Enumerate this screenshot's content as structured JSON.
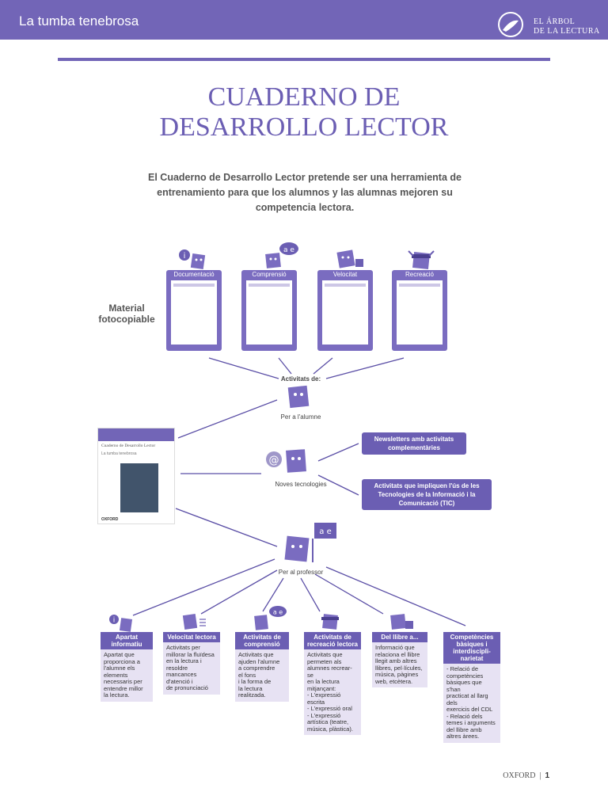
{
  "header": {
    "title": "La tumba tenebrosa",
    "brand_line1": "EL ÁRBOL",
    "brand_line2": "DE LA LECTURA"
  },
  "title": {
    "line1": "CUADERNO DE",
    "line2": "DESARROLLO LECTOR"
  },
  "intro": "El Cuaderno de Desarrollo Lector pretende ser una herramienta de entrenamiento para que los alumnos y las alumnas mejoren su competencia lectora.",
  "material": {
    "line1": "Material",
    "line2": "fotocopiable"
  },
  "docs": [
    {
      "label": "Documentació"
    },
    {
      "label": "Comprensió"
    },
    {
      "label": "Velocitat"
    },
    {
      "label": "Recreació"
    }
  ],
  "activitats_de": "Activitats de:",
  "per_alumne": "Per a l'alumne",
  "noves_tecnologies": "Noves tecnologies",
  "per_professor": "Per al professor",
  "bubbles": {
    "comprensio": "a e",
    "professor": "a e",
    "col3": "a e"
  },
  "icons": {
    "info": "i",
    "at": "@"
  },
  "cover": {
    "title": "Cuaderno de Desarrollo Lector",
    "subtitle": "La tumba tenebrosa",
    "brand": "OXFORD"
  },
  "newsletters": "Newsletters amb activitats complementàries",
  "tic": "Activitats que impliquen l'ús de les Tecnologies de la Informació i la Comunicació (TIC)",
  "columns": [
    {
      "title": "Apartat informatiu",
      "body": "Apartat que\nproporciona a\nl'alumne els\nelements\nnecessaris per\nentendre millor\nla lectura."
    },
    {
      "title": "Velocitat lectora",
      "body": "Activitats per\nmillorar la fluïdesa\nen la lectura i\nresoldre\nmancances\nd'atenció i\nde pronunciació"
    },
    {
      "title": "Activitats de comprensió",
      "body": "Activitats que\najuden l'alumne\na comprendre\nel fons\ni la forma de\nla lectura\nrealitzada."
    },
    {
      "title": "Activitats de recreació lectora",
      "body": "Activitats que\npermeten als\nalumnes recrear-se\nen la lectura\nmitjançant:\n- L'expressió escrita\n- L'expressió oral\n- L'expressió\nartística (teatre,\nmúsica, plàstica)."
    },
    {
      "title": "Del llibre a...",
      "body": "Informació que\nrelaciona el llibre\nllegit amb altres\nllibres, pel·lícules,\nmúsica, pàgines\nweb, etcètera."
    },
    {
      "title": "Competències bàsiques i interdiscipli-narietat",
      "body": "- Relació de\ncompetències\nbàsiques que s'han\npracticat al llarg dels\nexercicis del CDL\n- Relació dels\ntemes i arguments\ndel llibre amb\naltres àrees."
    }
  ],
  "footer": {
    "brand": "OXFORD",
    "page": "1"
  },
  "colors": {
    "accent": "#7265b7"
  }
}
